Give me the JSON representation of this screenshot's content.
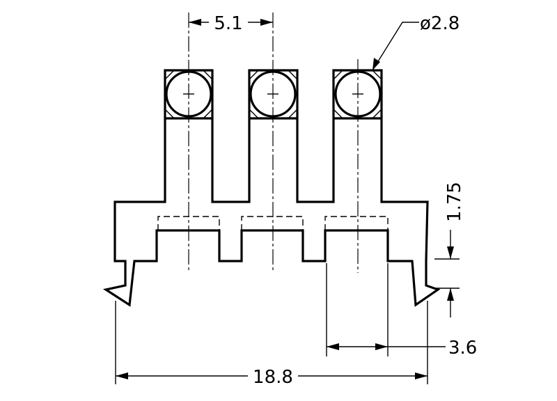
{
  "dimensions": {
    "pitch": "5.1",
    "hole_diameter": "ø2.8",
    "step_height": "1.75",
    "inner_width": "3.6",
    "overall_width": "18.8"
  }
}
